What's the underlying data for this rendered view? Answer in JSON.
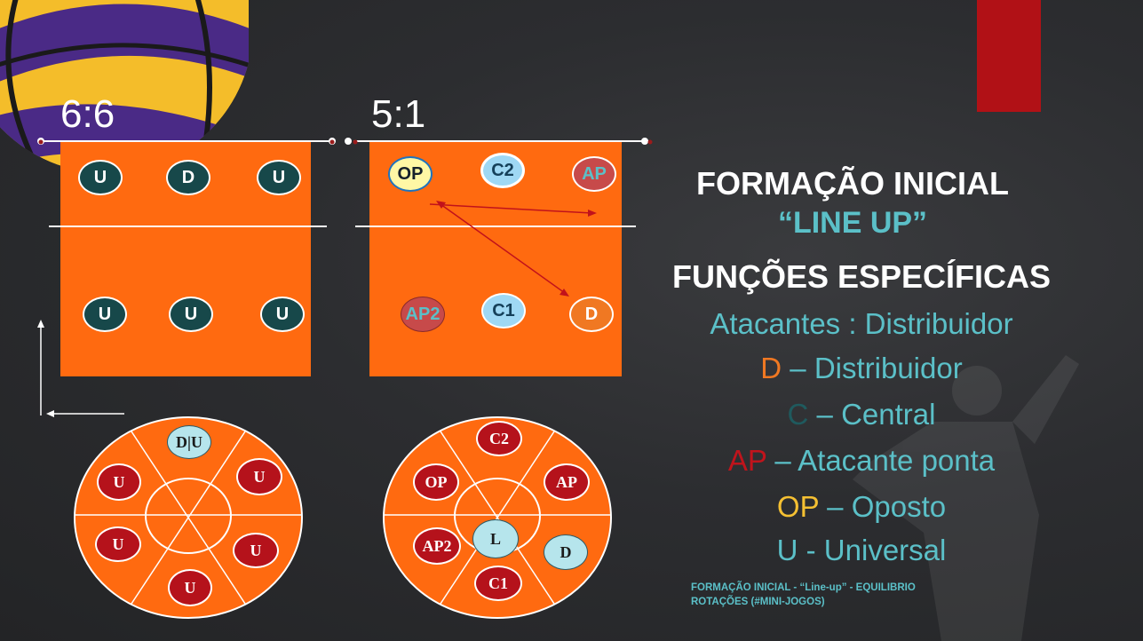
{
  "labels": {
    "left": "6:6",
    "right": "5:1"
  },
  "court_left": {
    "front": [
      "U",
      "D",
      "U"
    ],
    "back": [
      "U",
      "U",
      "U"
    ]
  },
  "court_right": {
    "front": [
      "OP",
      "C2",
      "AP"
    ],
    "back": [
      "AP2",
      "C1",
      "D"
    ]
  },
  "rotation_left": {
    "top": "D|U",
    "left_top": "U",
    "right_top": "U",
    "left_bottom": "U",
    "right_bottom": "U",
    "bottom": "U"
  },
  "rotation_right": {
    "top": "C2",
    "left_top": "OP",
    "right_top": "AP",
    "left_bottom": "AP2",
    "center": "L",
    "right_bottom": "D",
    "bottom": "C1"
  },
  "info": {
    "title1": "FORMAÇÃO INICIAL",
    "title2": "“LINE UP”",
    "title3": "FUNÇÕES ESPECÍFICAS",
    "line1": "Atacantes : Distribuidor",
    "d_code": "D",
    "d_desc": " – Distribuidor",
    "c_code": "C",
    "c_desc": " – Central",
    "ap_code": "AP",
    "ap_desc": " – Atacante ponta",
    "op_code": "OP",
    "op_desc": " – Oposto",
    "u_line": "U - Universal"
  },
  "footer": {
    "line1": "FORMAÇÃO INICIAL - “Line-up” - EQUILIBRIO",
    "line2": "ROTAÇÕES (#MINI-JOGOS)"
  },
  "colors": {
    "court": "#ff6a10",
    "teal": "#5bc0c8",
    "orange": "#f07822",
    "dark_teal": "#1f5a5e",
    "red": "#c0141c",
    "yellow": "#f5c032",
    "accent_red": "#b11116"
  }
}
